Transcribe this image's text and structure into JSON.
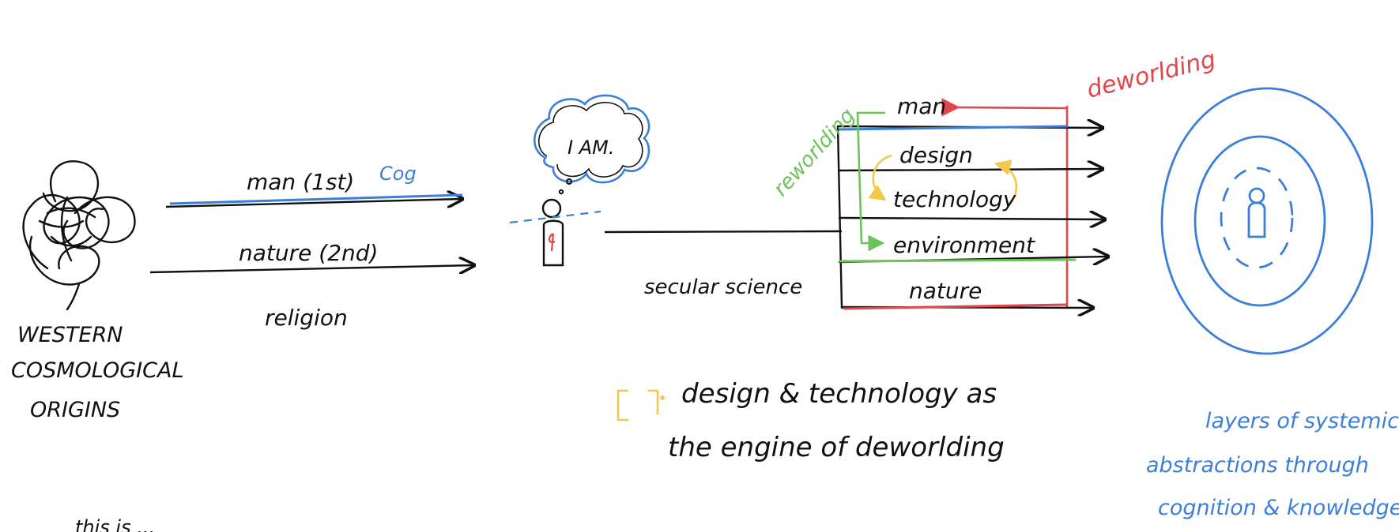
{
  "colors": {
    "ink": "#111111",
    "blue": "#3b7fd9",
    "red": "#e0464a",
    "green": "#6cc35a",
    "yellow": "#f2c94c"
  },
  "origins": {
    "title_line1": "WESTERN",
    "title_line2": "COSMOLOGICAL",
    "title_line3": "ORIGINS"
  },
  "religion_section": {
    "man_label": "man (1st)",
    "cog_label": "Cog",
    "nature_label": "nature (2nd)",
    "religion_label": "religion"
  },
  "thought_bubble": {
    "text": "I AM."
  },
  "secular": {
    "label": "secular science"
  },
  "layers": {
    "deworlding_label": "deworlding",
    "reworlding_label": "reworlding",
    "rows": [
      "man",
      "design",
      "technology",
      "environment",
      "nature"
    ]
  },
  "engine_note": {
    "line1": "design & technology as",
    "line2": "the engine of deworlding"
  },
  "systemic_note": {
    "line1": "layers of systemic",
    "line2": "abstractions through",
    "line3": "cognition & knowledge"
  },
  "bottom_fragment": {
    "text": "this is ..."
  }
}
